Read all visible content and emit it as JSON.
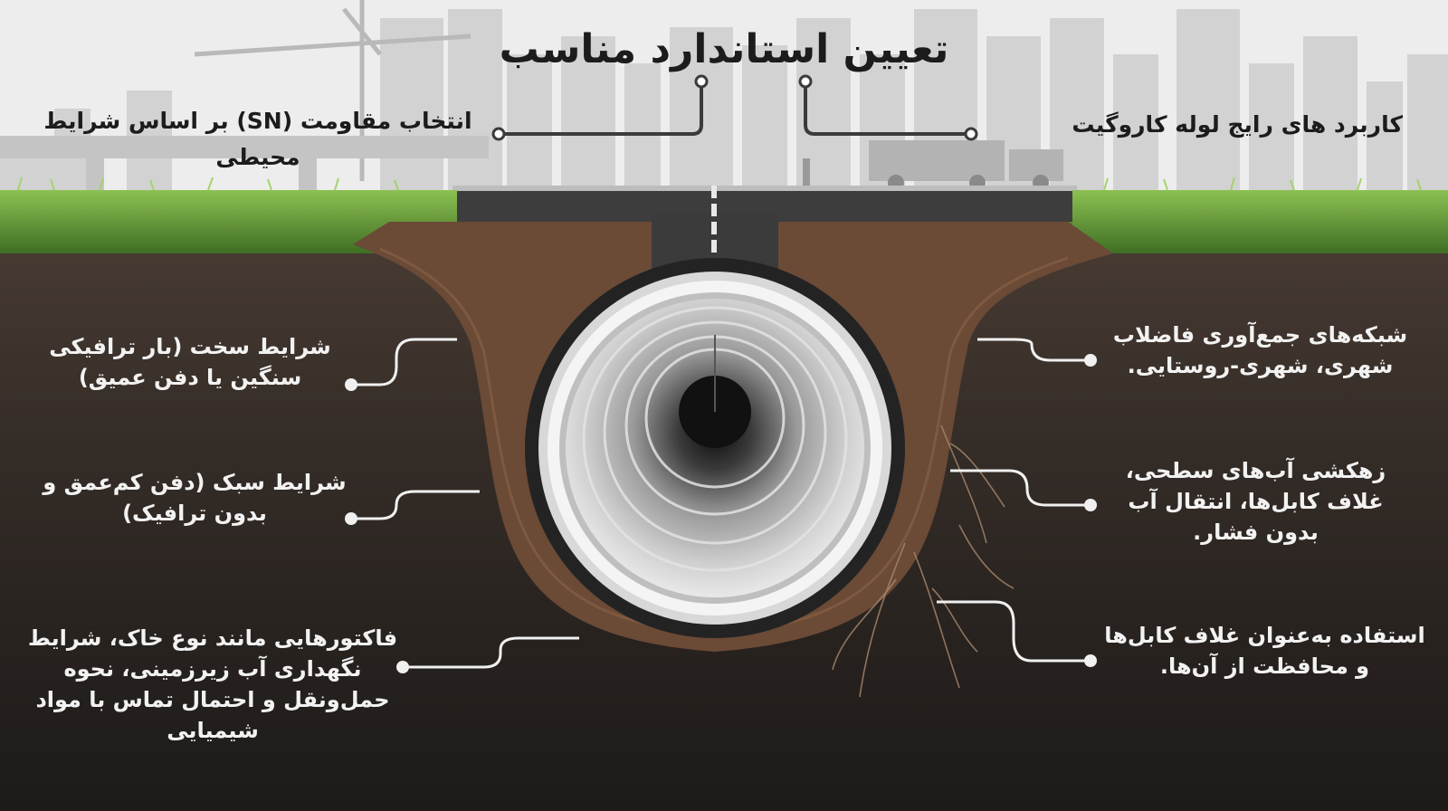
{
  "title": "تعیین استاندارد مناسب",
  "headers": {
    "left": "انتخاب مقاومت (SN) بر اساس شرایط محیطی",
    "right": "کاربرد های رایج لوله کاروگیت"
  },
  "left_labels": [
    "شرایط سخت (بار ترافیکی سنگین یا دفن عمیق)",
    "شرایط سبک (دفن کم‌عمق و بدون ترافیک)",
    "فاکتورهایی مانند نوع خاک، شرایط نگهداری آب زیرزمینی، نحوه حمل‌ونقل و احتمال تماس با مواد شیمیایی"
  ],
  "right_labels": [
    "شبکه‌های جمع‌آوری فاضلاب شهری، شهری-روستایی.",
    "زهکشی آب‌های سطحی، غلاف کابل‌ها، انتقال آب بدون فشار.",
    "استفاده به‌عنوان غلاف کابل‌ها و محافظت از آن‌ها."
  ],
  "colors": {
    "sky": "#ededed",
    "skyline": "#cfcfcf",
    "grass": "#5f9a37",
    "soil_dark": "#2d2723",
    "trench_soil": "#6b4a36",
    "road": "#3b3b3b",
    "pipe": "#e6e6e6"
  }
}
